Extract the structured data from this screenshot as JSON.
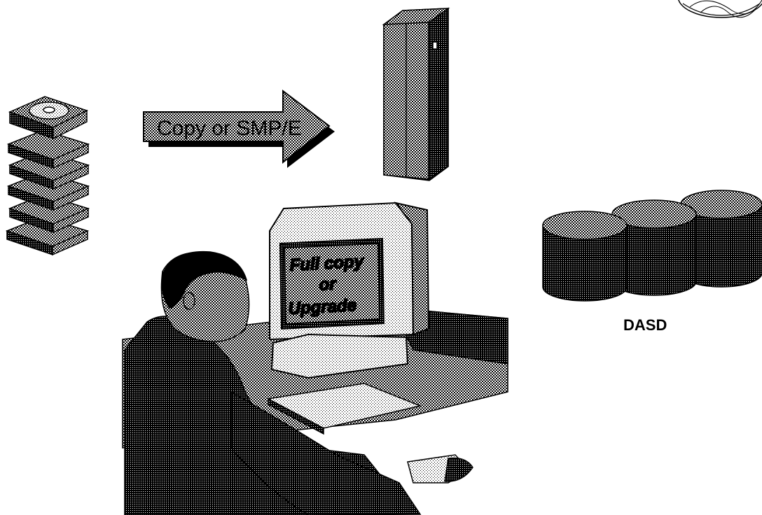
{
  "arrow": {
    "label": "Copy or SMP/E"
  },
  "monitor": {
    "line1": "Full copy",
    "line2": "or",
    "line3": "Upgrade"
  },
  "dasd": {
    "label": "DASD"
  },
  "icons": [
    "cartridge-stack-icon",
    "copy-arrow-icon",
    "mainframe-server-icon",
    "dasd-disk-icon",
    "globe-icon",
    "computer-user-icon"
  ]
}
